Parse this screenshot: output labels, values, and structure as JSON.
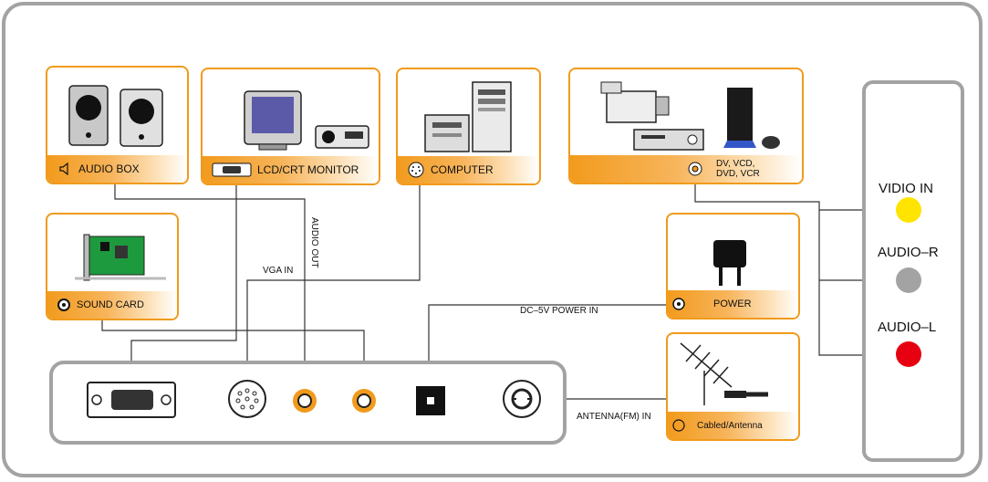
{
  "devices": {
    "audio_box": "AUDIO BOX",
    "monitor": "LCD/CRT MONITOR",
    "computer": "COMPUTER",
    "video_source_line1": "DV, VCD,",
    "video_source_line2": "DVD, VCR",
    "sound_card": "SOUND  CARD",
    "power": "POWER",
    "antenna": "Cabled/Antenna"
  },
  "connections": {
    "audio_out": "AUDIO OUT",
    "vga_in": "VGA IN",
    "dc_power_in": "DC–5V POWER IN",
    "antenna_in": "ANTENNA(FM) IN"
  },
  "side_inputs": {
    "video_in": "VIDIO IN",
    "audio_r": "AUDIO–R",
    "audio_l": "AUDIO–L"
  },
  "colors": {
    "accent": "#f19a1c",
    "video_in": "#ffe400",
    "audio_r": "#a3a3a3",
    "audio_l": "#e60012",
    "frame": "#a3a3a3"
  }
}
